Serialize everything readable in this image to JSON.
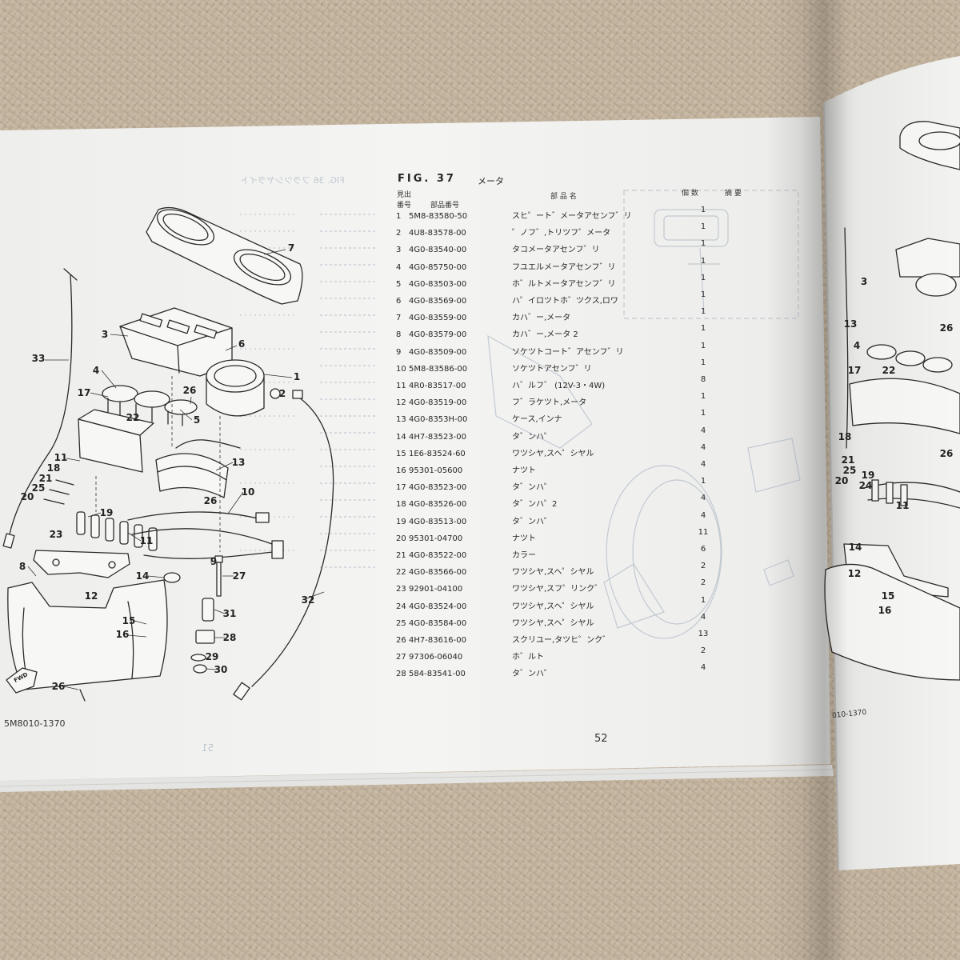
{
  "colors": {
    "paper": "#f1f1ef",
    "carpet": "#c6b6a0",
    "ink": "#262626",
    "bleed": "#b7c0cb"
  },
  "header": {
    "fig": "FIG. 37",
    "title": "メータ"
  },
  "table": {
    "col_ref_line1": "見出",
    "col_ref_line2": "番号",
    "col_part_no": "部品番号",
    "col_name": "部 品 名",
    "col_qty": "個 数",
    "col_remarks": "摘 要",
    "rows": [
      {
        "ref": "1",
        "part_no": "5M8-83580-50",
        "name": "スヒ゜ート゛メータアセンフ゛リ",
        "qty": "1"
      },
      {
        "ref": "2",
        "part_no": "4U8-83578-00",
        "name": "゜ノフ゛,トリツフ゜メータ",
        "qty": "1"
      },
      {
        "ref": "3",
        "part_no": "4G0-83540-00",
        "name": "タコメータアセンフ゛リ",
        "qty": "1"
      },
      {
        "ref": "4",
        "part_no": "4G0-85750-00",
        "name": "フユエルメータアセンフ゛リ",
        "qty": "1"
      },
      {
        "ref": "5",
        "part_no": "4G0-83503-00",
        "name": "ホ゛ルトメータアセンフ゛リ",
        "qty": "1"
      },
      {
        "ref": "6",
        "part_no": "4G0-83569-00",
        "name": "ハ゜イロツトホ゛ツクス,ロワ",
        "qty": "1"
      },
      {
        "ref": "7",
        "part_no": "4G0-83559-00",
        "name": "カハ゛ー,メータ",
        "qty": "1"
      },
      {
        "ref": "8",
        "part_no": "4G0-83579-00",
        "name": "カハ゛ー,メータ 2",
        "qty": "1"
      },
      {
        "ref": "9",
        "part_no": "4G0-83509-00",
        "name": "ソケツトコート゛アセンフ゛リ",
        "qty": "1"
      },
      {
        "ref": "10",
        "part_no": "5M8-83586-00",
        "name": "ソケツトアセンフ゛リ",
        "qty": "1"
      },
      {
        "ref": "11",
        "part_no": "4R0-83517-00",
        "name": "ハ゛ルフ゛ (12V-3・4W)",
        "qty": "8"
      },
      {
        "ref": "12",
        "part_no": "4G0-83519-00",
        "name": "フ゛ラケツト,メータ",
        "qty": "1"
      },
      {
        "ref": "13",
        "part_no": "4G0-8353H-00",
        "name": "ケース,インナ",
        "qty": "1"
      },
      {
        "ref": "14",
        "part_no": "4H7-83523-00",
        "name": "タ゛ンハ゜",
        "qty": "4"
      },
      {
        "ref": "15",
        "part_no": "1E6-83524-60",
        "name": "ワツシヤ,スヘ゜シヤル",
        "qty": "4"
      },
      {
        "ref": "16",
        "part_no": "95301-05600",
        "name": "ナツト",
        "qty": "4"
      },
      {
        "ref": "17",
        "part_no": "4G0-83523-00",
        "name": "タ゛ンハ゜",
        "qty": "1"
      },
      {
        "ref": "18",
        "part_no": "4G0-83526-00",
        "name": "タ゛ンハ゜2",
        "qty": "4"
      },
      {
        "ref": "19",
        "part_no": "4G0-83513-00",
        "name": "タ゛ンハ゜",
        "qty": "4"
      },
      {
        "ref": "20",
        "part_no": "95301-04700",
        "name": "ナツト",
        "qty": "11"
      },
      {
        "ref": "21",
        "part_no": "4G0-83522-00",
        "name": "カラー",
        "qty": "6"
      },
      {
        "ref": "22",
        "part_no": "4G0-83566-00",
        "name": "ワツシヤ,スヘ゜シヤル",
        "qty": "2"
      },
      {
        "ref": "23",
        "part_no": "92901-04100",
        "name": "ワツシヤ,スフ゜リンク゛",
        "qty": "2"
      },
      {
        "ref": "24",
        "part_no": "4G0-83524-00",
        "name": "ワツシヤ,スヘ゜シヤル",
        "qty": "1"
      },
      {
        "ref": "25",
        "part_no": "4G0-83584-00",
        "name": "ワツシヤ,スヘ゜シヤル",
        "qty": "4"
      },
      {
        "ref": "26",
        "part_no": "4H7-83616-00",
        "name": "スクリユー,タツヒ゜ンク゛",
        "qty": "13"
      },
      {
        "ref": "27",
        "part_no": "97306-06040",
        "name": "ホ゛ルト",
        "qty": "2"
      },
      {
        "ref": "28",
        "part_no": "584-83541-00",
        "name": "タ゛ンハ゜",
        "qty": "4"
      }
    ]
  },
  "diagram": {
    "callouts": [
      "7",
      "6",
      "3",
      "33",
      "1",
      "2",
      "4",
      "17",
      "26",
      "22",
      "5",
      "11",
      "13",
      "18",
      "10",
      "21",
      "25",
      "20",
      "26",
      "19",
      "23",
      "11",
      "9",
      "27",
      "8",
      "14",
      "12",
      "32",
      "31",
      "15",
      "28",
      "16",
      "29",
      "30",
      "26"
    ],
    "fwd_label": "FWD",
    "figure_code": "5M8010-1370"
  },
  "footer": {
    "page_number": "52"
  },
  "bleed_through": {
    "header": "FIG. 36 フラツシヤライト",
    "page_number": "51"
  },
  "right_page": {
    "callouts": [
      "3",
      "13",
      "26",
      "4",
      "17",
      "22",
      "18",
      "26",
      "21",
      "25",
      "19",
      "20",
      "24",
      "11",
      "14",
      "12",
      "15",
      "16"
    ],
    "figure_code_fragment": "010-1370"
  }
}
